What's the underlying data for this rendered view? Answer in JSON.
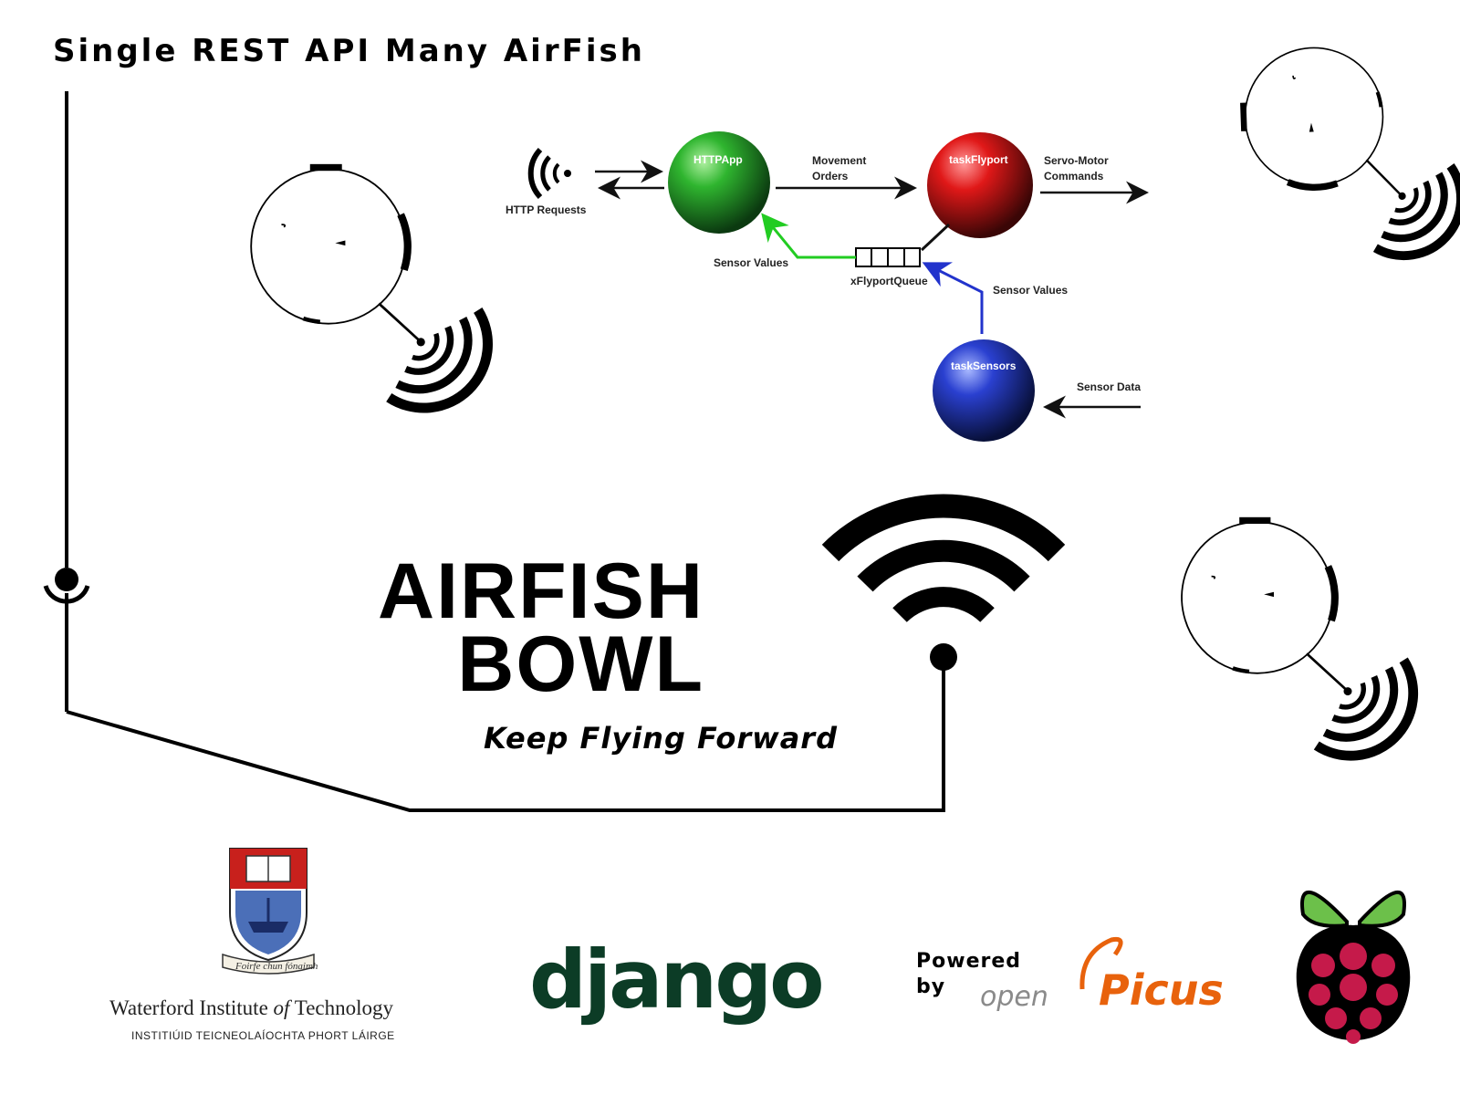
{
  "title": "Single REST API Many AirFish",
  "diagram": {
    "nodes": {
      "http_app": "HTTPApp",
      "task_flyport": "taskFlyport",
      "task_sensors": "taskSensors"
    },
    "labels": {
      "http_requests": "HTTP Requests",
      "movement_orders_1": "Movement",
      "movement_orders_2": "Orders",
      "servo_commands_1": "Servo-Motor",
      "servo_commands_2": "Commands",
      "sensor_values_left": "Sensor Values",
      "queue": "xFlyportQueue",
      "sensor_values_right": "Sensor Values",
      "sensor_data": "Sensor Data"
    },
    "colors": {
      "http_app": "#1f9a2a",
      "task_flyport": "#d01818",
      "task_sensors": "#2a3fb8",
      "green_arrow": "#22cc22",
      "blue_arrow": "#2233cc"
    }
  },
  "logo": {
    "line1": "AIRFISH",
    "line2": "BOWL",
    "tagline": "Keep Flying Forward"
  },
  "footer": {
    "wit_name_pre": "Waterford Institute ",
    "wit_name_of": "of",
    "wit_name_post": " Technology",
    "wit_sub": "INSTITIÚID TEICNEOLAÍOCHTA PHORT LÁIRGE",
    "wit_motto": "Foirfe chun fónaimh",
    "django": "django",
    "powered_1": "Powered",
    "powered_2": "by",
    "open": "open",
    "picus": "Picus"
  },
  "icons": [
    "airfish-icon",
    "wifi-icon",
    "raspberry-pi-logo",
    "wit-crest"
  ]
}
